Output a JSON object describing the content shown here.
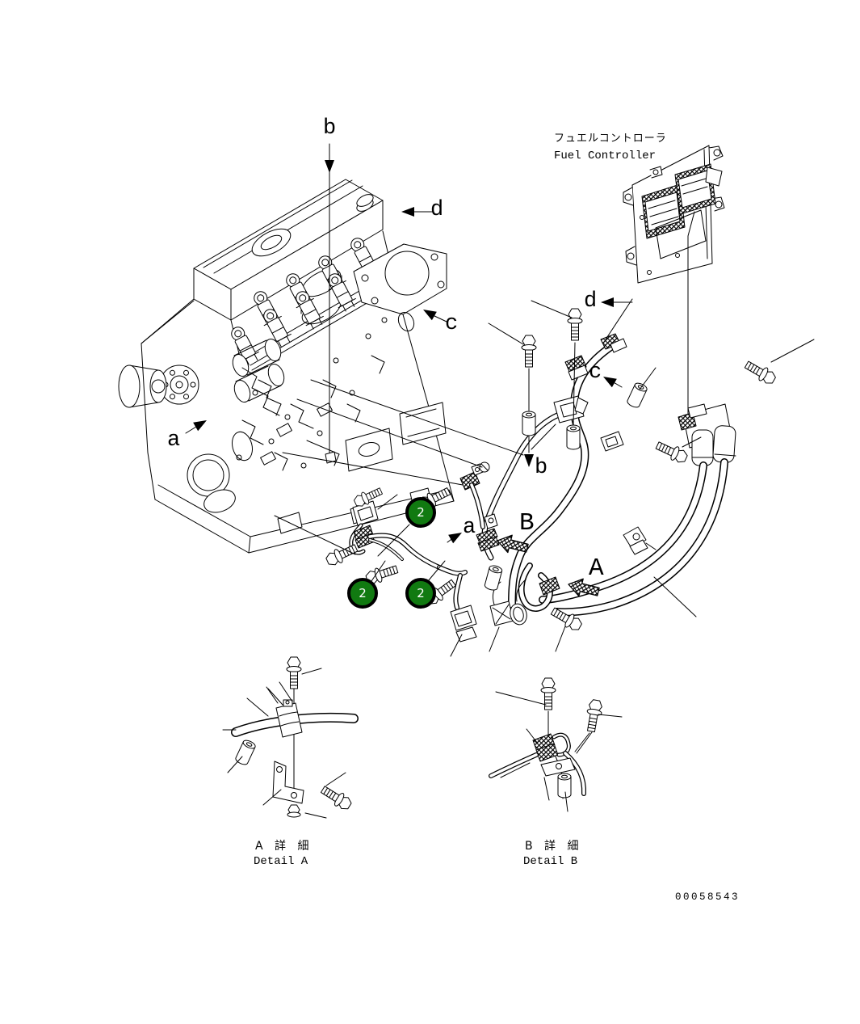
{
  "page": {
    "background": "#ffffff",
    "line_color": "#000000"
  },
  "fuel_controller": {
    "label_jp": "フュエルコントローラ",
    "label_en": "Fuel Controller"
  },
  "callouts": {
    "engine": {
      "a": "a",
      "b": "b",
      "c": "c",
      "d": "d"
    },
    "harness": {
      "a": "a",
      "b": "b",
      "c": "c",
      "d": "d"
    },
    "views": {
      "a": "A",
      "b": "B"
    }
  },
  "quantity_badges": [
    {
      "value": "2"
    },
    {
      "value": "2"
    },
    {
      "value": "2"
    }
  ],
  "details": {
    "a": {
      "title_jp": "A 詳 細",
      "title_en": "Detail A"
    },
    "b": {
      "title_jp": "B 詳 細",
      "title_en": "Detail B"
    }
  },
  "drawing_number": "00058543",
  "colors": {
    "badge_fill": "#117a11",
    "badge_text": "#ffffff"
  }
}
